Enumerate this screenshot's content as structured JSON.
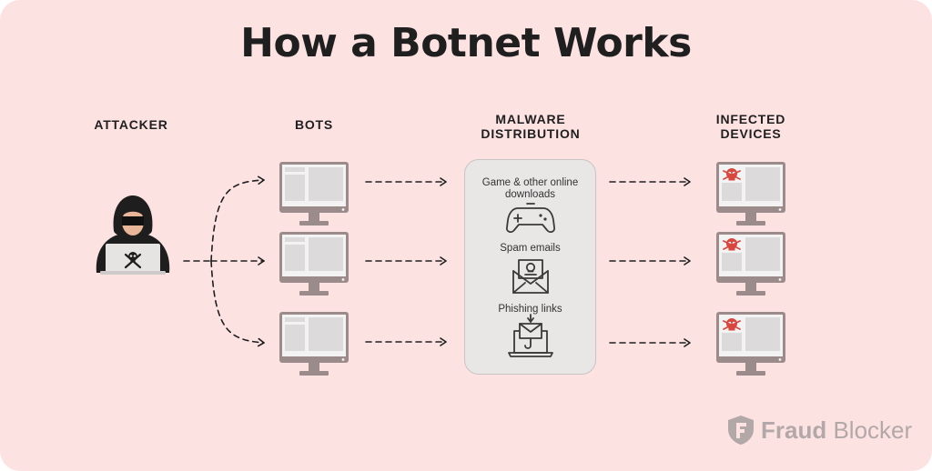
{
  "title": "How a Botnet Works",
  "columns": {
    "attacker": [
      "ATTACKER"
    ],
    "bots": [
      "BOTS"
    ],
    "distribution": [
      "MALWARE",
      "DISTRIBUTION"
    ],
    "infected": [
      "INFECTED",
      "DEVICES"
    ]
  },
  "distribution_items": [
    {
      "lines": [
        "Game & other online",
        "downloads"
      ],
      "icon": "gamepad-icon"
    },
    {
      "lines": [
        "Spam emails"
      ],
      "icon": "spam-letter-icon"
    },
    {
      "lines": [
        "Phishing links"
      ],
      "icon": "phishing-laptop-icon"
    }
  ],
  "brand": {
    "name_bold": "Fraud",
    "name_regular": "Blocker",
    "icon": "fraud-blocker-logo-icon"
  },
  "colors": {
    "background": "#fde2e2",
    "monitor_frame": "#9c8b8b",
    "monitor_screen": "#f4f3f3",
    "screen_block": "#dcdada",
    "skull_red": "#d9463e",
    "hood": "#1e1e1e",
    "box_fill": "#e9e6e6"
  }
}
